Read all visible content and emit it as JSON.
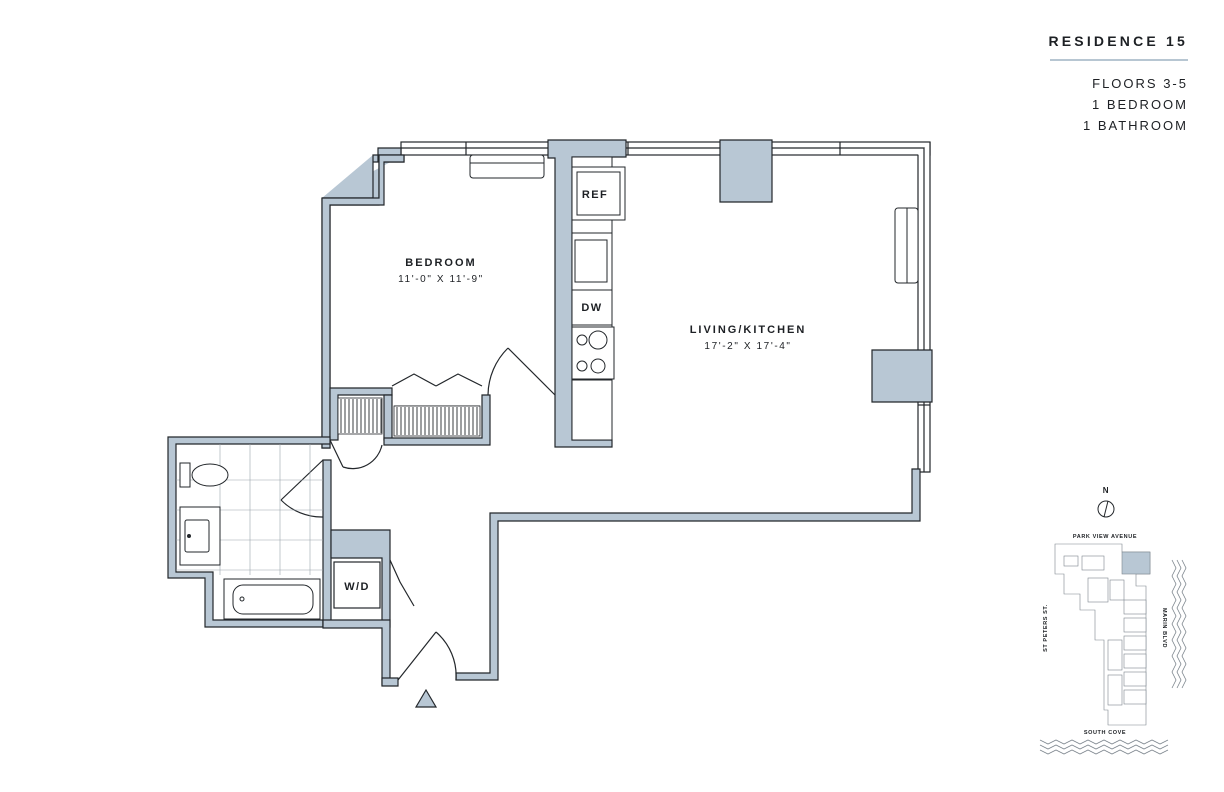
{
  "residence": {
    "title": "RESIDENCE 15",
    "floors": "FLOORS 3-5",
    "bedrooms": "1 BEDROOM",
    "bathrooms": "1 BATHROOM"
  },
  "rooms": {
    "bedroom": {
      "name": "BEDROOM",
      "dims": "11'-0\" X 11'-9\""
    },
    "living": {
      "name": "LIVING/KITCHEN",
      "dims": "17'-2\" X 17'-4\""
    }
  },
  "fixtures": {
    "ref": "REF",
    "dw": "DW",
    "wd": "W/D"
  },
  "key_map": {
    "north": "N",
    "street_top": "PARK VIEW AVENUE",
    "street_left": "ST PETERS ST.",
    "street_right": "MARIN BLVD",
    "street_bottom": "SOUTH COVE"
  },
  "colors": {
    "wall_fill": "#b8c7d4",
    "wall_stroke": "#23272b",
    "accent_rule": "#b7c6d2"
  }
}
